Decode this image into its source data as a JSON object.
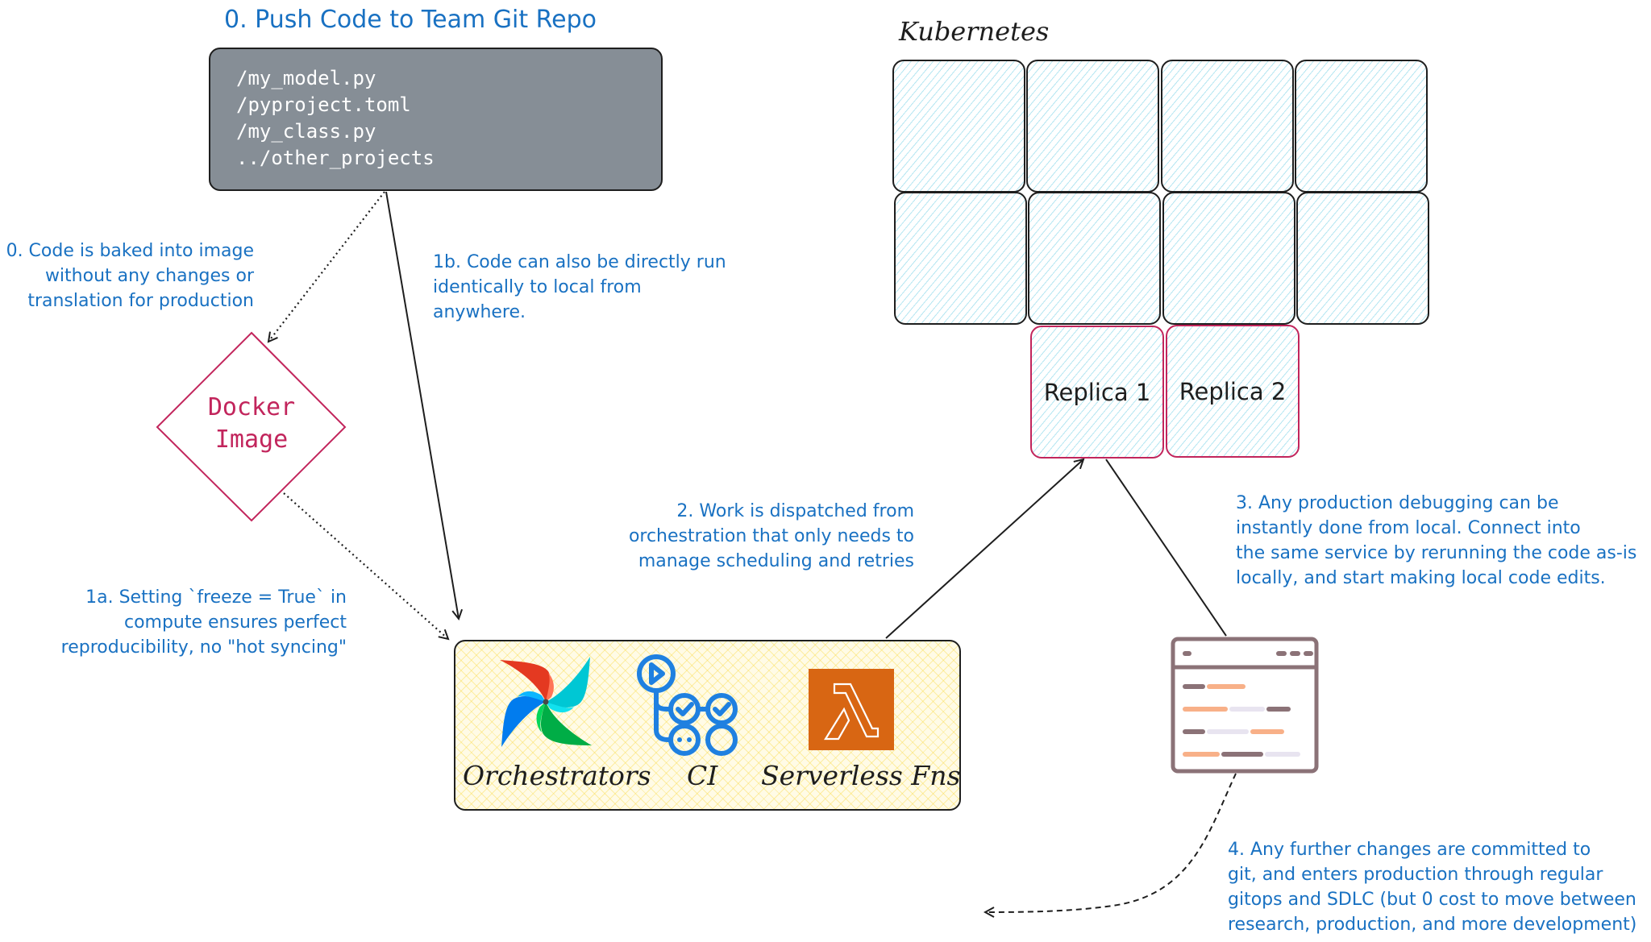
{
  "git": {
    "title": "0. Push Code to Team Git Repo",
    "files": [
      "/my_model.py",
      "/pyproject.toml",
      "/my_class.py",
      "../other_projects"
    ]
  },
  "notes": {
    "baked": [
      "0. Code is baked into image",
      "without any changes or",
      "translation for production"
    ],
    "direct_run": [
      "1b. Code can also be directly run",
      "identically to local from",
      "anywhere."
    ],
    "freeze": [
      "1a. Setting `freeze = True` in",
      "compute ensures perfect",
      "reproducibility, no \"hot syncing\""
    ],
    "dispatch": [
      "2. Work is dispatched from",
      "orchestration that only needs to",
      "manage scheduling and retries"
    ],
    "debug": [
      "3. Any production debugging can be",
      "instantly done from local. Connect into",
      "the same service by rerunning the code as-is",
      "locally, and start making local code edits."
    ],
    "gitops": [
      "4. Any further changes are committed to",
      "git, and enters production through regular",
      "gitops and SDLC (but 0 cost to move between",
      "research, production, and more development)"
    ]
  },
  "docker": {
    "label": "Docker\nImage"
  },
  "kubernetes": {
    "label": "Kubernetes",
    "node_count": 8,
    "replicas": [
      "Replica 1",
      "Replica 2"
    ]
  },
  "tools": {
    "items": [
      {
        "label": "Orchestrators",
        "icon": "airflow-pinwheel-icon"
      },
      {
        "label": "CI",
        "icon": "github-actions-icon"
      },
      {
        "label": "Serverless Fns",
        "icon": "aws-lambda-icon"
      }
    ]
  },
  "editor_icon": {
    "icon": "code-editor-window-icon"
  },
  "colors": {
    "note_blue": "#1971c2",
    "docker_pink": "#c2255c",
    "git_gray": "#868e96",
    "lambda_orange": "#d86613",
    "ci_blue": "#1f80e0",
    "editor_mauve": "#8b7277",
    "editor_peach": "#f8b088",
    "editor_lavender": "#e8e4f0"
  }
}
